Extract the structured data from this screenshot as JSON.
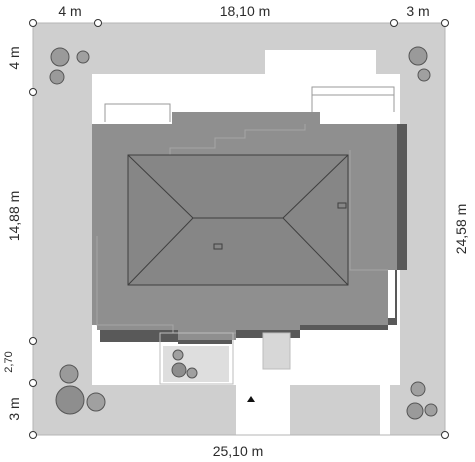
{
  "dimensions": {
    "top_left": "4 m",
    "top_middle": "18,10 m",
    "top_right": "3 m",
    "left_top": "4 m",
    "left_middle": "14,88 m",
    "left_small": "2,70",
    "left_bottom": "3 m",
    "right": "24,58 m",
    "bottom": "25,10 m"
  },
  "colors": {
    "plot": "#cfcfcf",
    "paving": "#ffffff",
    "house": "#8f8f8f",
    "roof": "#868686",
    "shadow": "#595959",
    "ridge_lines": "#3f3f3f",
    "terrace": "#dedede",
    "marker": "#111111"
  },
  "icons": {
    "entrance_marker": "triangle-up",
    "tree": "circle-shrub"
  }
}
